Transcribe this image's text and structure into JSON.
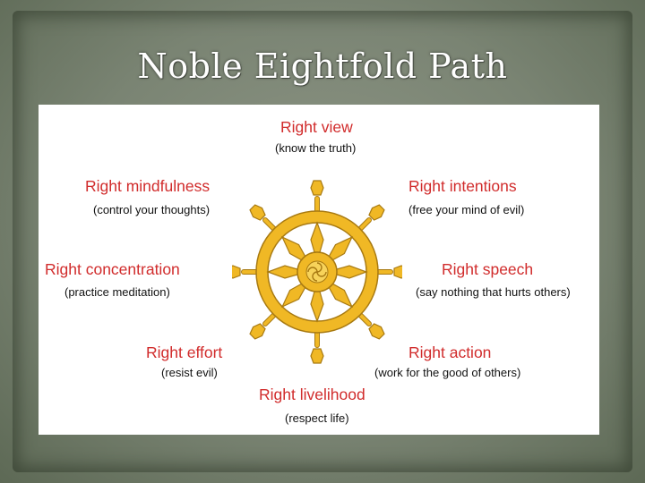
{
  "slide": {
    "title": "Noble Eightfold Path"
  },
  "path": [
    {
      "name": "Right view",
      "description": "(know the truth)"
    },
    {
      "name": "Right intentions",
      "description": "(free your mind of evil)"
    },
    {
      "name": "Right speech",
      "description": "(say nothing that hurts others)"
    },
    {
      "name": "Right action",
      "description": "(work for the good of others)"
    },
    {
      "name": "Right livelihood",
      "description": "(respect life)"
    },
    {
      "name": "Right effort",
      "description": "(resist evil)"
    },
    {
      "name": "Right concentration",
      "description": "(practice meditation)"
    },
    {
      "name": "Right mindfulness",
      "description": "(control your thoughts)"
    }
  ],
  "colors": {
    "label_red": "#d12c2c",
    "wheel_gold": "#f0b825",
    "wheel_outline": "#a87a12"
  }
}
